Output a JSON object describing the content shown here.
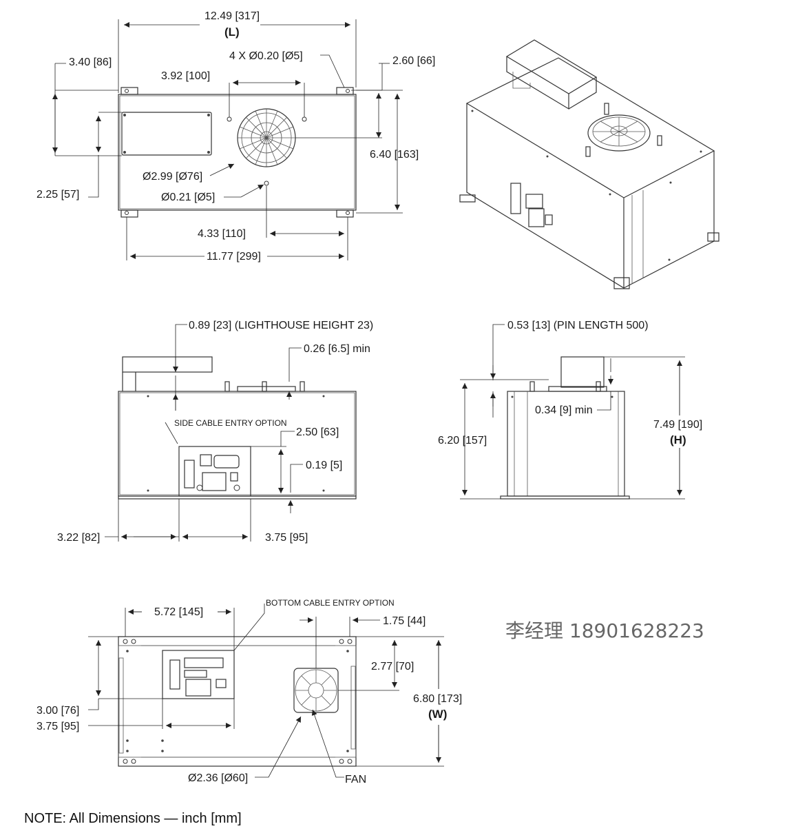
{
  "top_view": {
    "length": "12.49 [317]",
    "length_tag": "(L)",
    "holes": "4 X Ø0.20 [Ø5]",
    "dim_340": "3.40 [86]",
    "dim_392": "3.92 [100]",
    "dim_260": "2.60 [66]",
    "dim_640": "6.40 [163]",
    "dim_299": "Ø2.99 [Ø76]",
    "dim_225": "2.25 [57]",
    "dim_021": "Ø0.21 [Ø5]",
    "dim_433": "4.33 [110]",
    "dim_1177": "11.77 [299]"
  },
  "side_view": {
    "lighthouse": "0.89 [23] (LIGHTHOUSE HEIGHT 23)",
    "dim_026": "0.26 [6.5] min",
    "cable_entry": "SIDE CABLE ENTRY OPTION",
    "dim_250": "2.50 [63]",
    "dim_019": "0.19 [5]",
    "dim_322": "3.22 [82]",
    "dim_375": "3.75 [95]"
  },
  "end_view": {
    "pin": "0.53 [13] (PIN LENGTH 500)",
    "dim_620": "6.20 [157]",
    "dim_034": "0.34 [9] min",
    "height": "7.49 [190]",
    "height_tag": "(H)"
  },
  "bottom_view": {
    "cable_entry": "BOTTOM CABLE ENTRY OPTION",
    "dim_572": "5.72 [145]",
    "dim_175": "1.75 [44]",
    "dim_277": "2.77 [70]",
    "dim_300": "3.00 [76]",
    "dim_375": "3.75 [95]",
    "width": "6.80 [173]",
    "width_tag": "(W)",
    "dim_236": "Ø2.36 [Ø60]",
    "fan": "FAN"
  },
  "contact": "李经理 18901628223",
  "note": "NOTE: All Dimensions — inch [mm]"
}
